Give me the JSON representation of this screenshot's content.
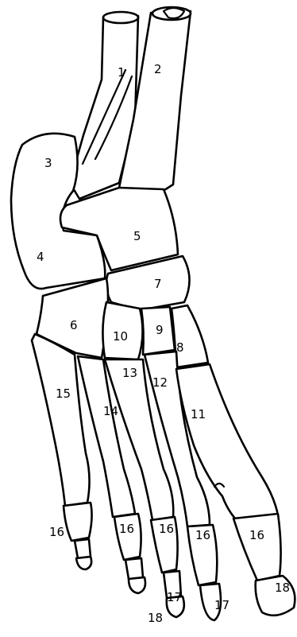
{
  "diagram": {
    "labels": {
      "tibia": "1",
      "fibula": "2",
      "calcaneus": "3",
      "calcaneus_body": "4",
      "talus": "5",
      "navicular": "7",
      "cuboid": "6",
      "cuneiform_lateral": "10",
      "cuneiform_intermediate": "9",
      "cuneiform_medial": "8",
      "metatarsal_1": "11",
      "metatarsal_2": "12",
      "metatarsal_3": "13",
      "metatarsal_4": "14",
      "metatarsal_5": "15",
      "proximal_phalanx_5": "16",
      "proximal_phalanx_4": "16",
      "proximal_phalanx_3": "16",
      "proximal_phalanx_2": "16",
      "proximal_phalanx_1": "16",
      "middle_phalanx_3": "17",
      "distal_phalanx_3": "18",
      "middle_phalanx_2": "17",
      "distal_phalanx_1": "18"
    }
  }
}
